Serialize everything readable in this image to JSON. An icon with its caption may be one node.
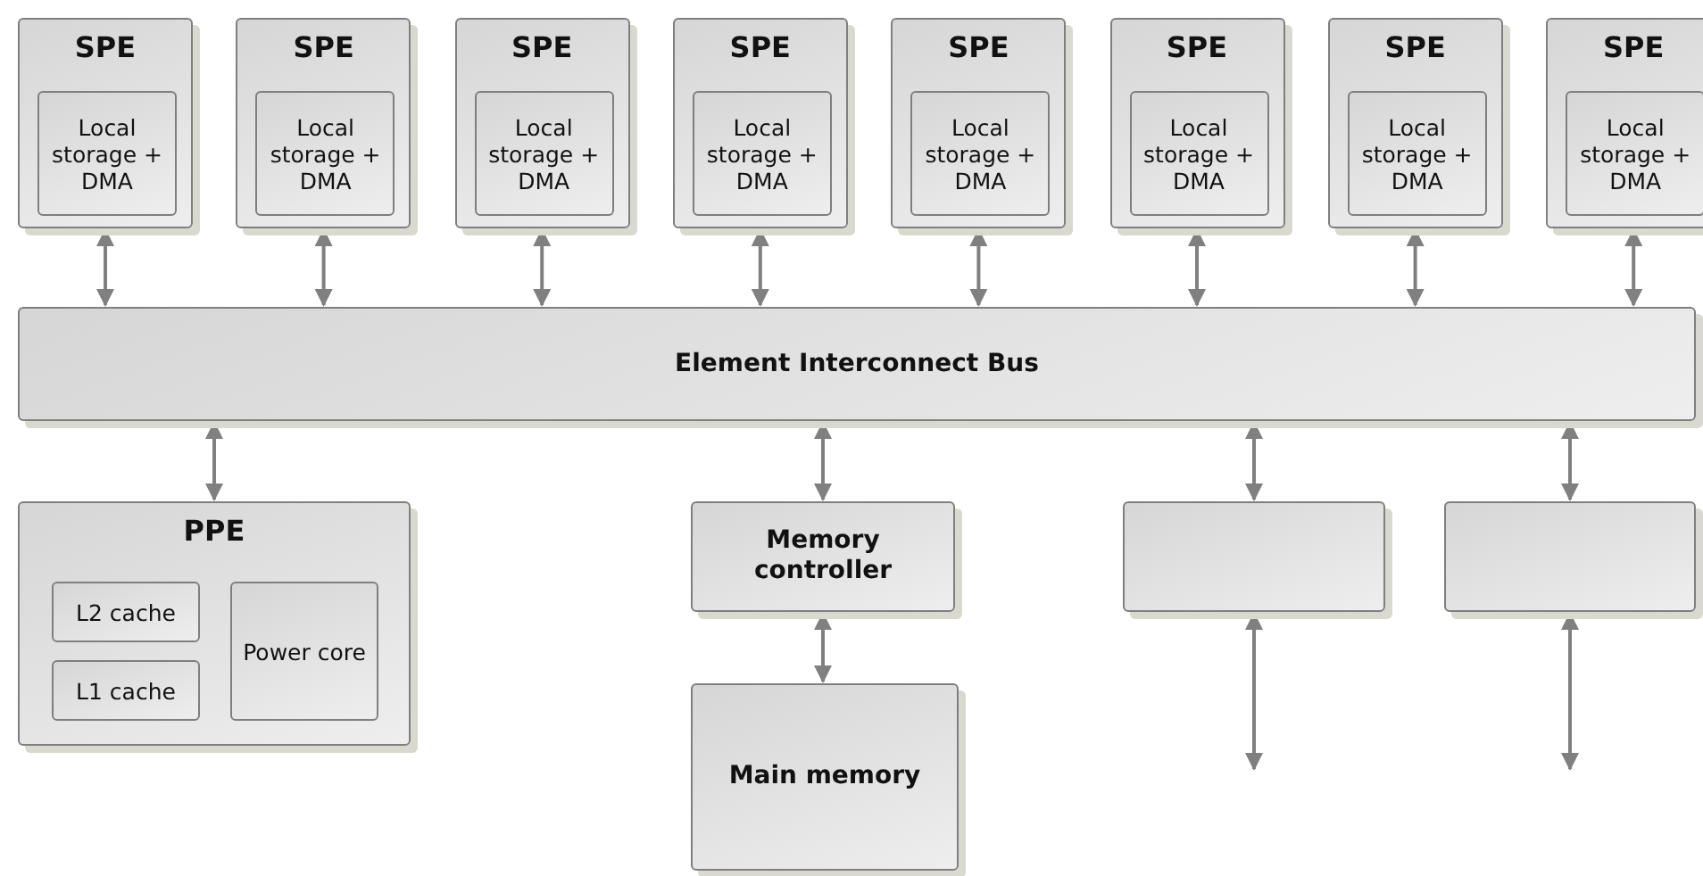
{
  "diagram": {
    "nodes": [
      {
        "text": [
          "SPE"
        ]
      },
      {
        "text": [
          "Local storage + DMA"
        ],
        "in": 0
      },
      {
        "text": [
          "SPE"
        ]
      },
      {
        "text": [
          "Local storage + DMA"
        ],
        "in": 2
      },
      {
        "text": [
          "SPE"
        ]
      },
      {
        "text": [
          "Local storage + DMA"
        ],
        "in": 4
      },
      {
        "text": [
          "SPE"
        ]
      },
      {
        "text": [
          "Local storage + DMA"
        ],
        "in": 6
      },
      {
        "text": [
          "SPE"
        ]
      },
      {
        "text": [
          "Local storage + DMA"
        ],
        "in": 8
      },
      {
        "text": [
          "SPE"
        ]
      },
      {
        "text": [
          "Local storage + DMA"
        ],
        "in": 10
      },
      {
        "text": [
          "SPE"
        ]
      },
      {
        "text": [
          "Local storage + DMA"
        ],
        "in": 12
      },
      {
        "text": [
          "SPE"
        ]
      },
      {
        "text": [
          "Local storage + DMA"
        ],
        "in": 14
      },
      {
        "text": [
          "Element Interconnect Bus"
        ]
      },
      {
        "text": [
          "PPE"
        ]
      },
      {
        "text": [
          "L2 cache"
        ],
        "in": 17
      },
      {
        "text": [
          "L1 cache"
        ],
        "in": 17
      },
      {
        "text": [
          "Power core"
        ],
        "in": 17
      },
      {
        "text": [
          "Memory controller"
        ]
      },
      {
        "text": [
          "Main memory"
        ]
      },
      {
        "text": [],
        "shape": "box"
      },
      {
        "text": [],
        "shape": "box"
      }
    ],
    "edges": [
      {
        "from": 0,
        "to": 16,
        "arrow": "both"
      },
      {
        "from": 2,
        "to": 16,
        "arrow": "both"
      },
      {
        "from": 4,
        "to": 16,
        "arrow": "both"
      },
      {
        "from": 6,
        "to": 16,
        "arrow": "both"
      },
      {
        "from": 8,
        "to": 16,
        "arrow": "both"
      },
      {
        "from": 10,
        "to": 16,
        "arrow": "both"
      },
      {
        "from": 12,
        "to": 16,
        "arrow": "both"
      },
      {
        "from": 14,
        "to": 16,
        "arrow": "both"
      },
      {
        "from": 16,
        "to": 17,
        "arrow": "both"
      },
      {
        "from": 16,
        "to": 21,
        "arrow": "both"
      },
      {
        "from": 21,
        "to": 22,
        "arrow": "both"
      },
      {
        "from": 16,
        "to": 23,
        "arrow": "both"
      },
      {
        "from": 16,
        "to": 24,
        "arrow": "both"
      },
      {
        "from": 23,
        "to": null,
        "arrow": "both"
      },
      {
        "from": 24,
        "to": null,
        "arrow": "both"
      }
    ]
  }
}
